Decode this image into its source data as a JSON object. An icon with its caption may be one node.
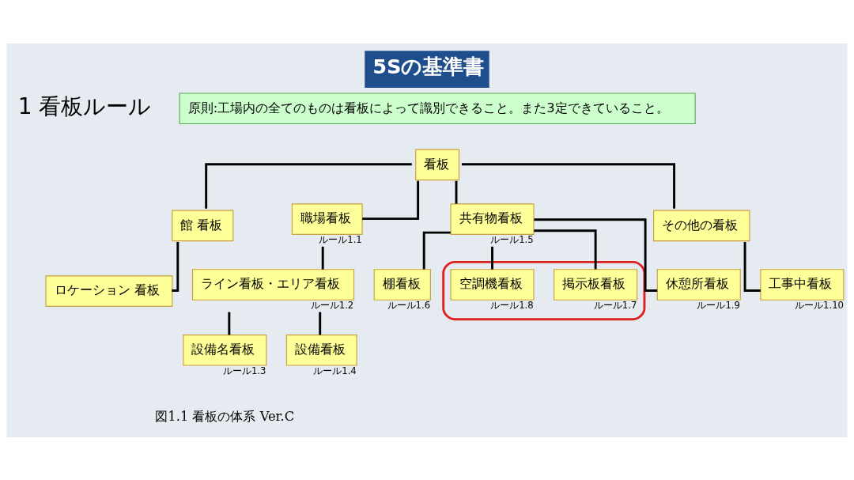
{
  "diagram": {
    "title": "5Sの基準書",
    "caption": "図1.1 看板の体系 Ver.C",
    "nodes": [
      {
        "text": [
          "原則:工場内の全てのものは看板によって識別できること。また3定できていること。"
        ]
      },
      {
        "text": [
          "看板"
        ]
      },
      {
        "text": [
          "館 看板"
        ]
      },
      {
        "text": [
          "職場看板"
        ],
        "beside": [
          "ルール1.1"
        ]
      },
      {
        "text": [
          "共有物看板"
        ],
        "beside": [
          "ルール1.5"
        ]
      },
      {
        "text": [
          "その他の看板"
        ]
      },
      {
        "text": [
          "ロケーション 看板"
        ]
      },
      {
        "text": [
          "ライン看板・エリア看板"
        ],
        "beside": [
          "ルール1.2"
        ]
      },
      {
        "text": [
          "設備名看板"
        ],
        "beside": [
          "ルール1.3"
        ]
      },
      {
        "text": [
          "設備看板"
        ],
        "beside": [
          "ルール1.4"
        ]
      },
      {
        "text": [
          "棚看板"
        ],
        "beside": [
          "ルール1.6"
        ]
      },
      {
        "text": [],
        "shape": "box"
      },
      {
        "text": [
          "掲示板看板"
        ],
        "in": 11,
        "beside": [
          "ルール1.7"
        ]
      },
      {
        "text": [
          "空調機看板"
        ],
        "in": 11,
        "beside": [
          "ルール1.8"
        ]
      },
      {
        "text": [
          "休憩所看板"
        ],
        "beside": [
          "ルール1.9"
        ]
      },
      {
        "text": [
          "工事中看板"
        ],
        "beside": [
          "ルール1.10"
        ]
      }
    ],
    "edges": [
      {
        "from": 1,
        "to": 2,
        "arrow": "none"
      },
      {
        "from": 1,
        "to": 3,
        "arrow": "none"
      },
      {
        "from": 1,
        "to": 4,
        "arrow": "none"
      },
      {
        "from": 1,
        "to": 5,
        "arrow": "none"
      },
      {
        "from": 2,
        "to": 6,
        "arrow": "none"
      },
      {
        "from": 3,
        "to": 7,
        "arrow": "none"
      },
      {
        "from": 7,
        "to": 8,
        "arrow": "none"
      },
      {
        "from": 7,
        "to": 9,
        "arrow": "none"
      },
      {
        "from": 4,
        "to": 10,
        "arrow": "none"
      },
      {
        "from": 4,
        "to": 12,
        "arrow": "none"
      },
      {
        "from": 4,
        "to": 13,
        "arrow": "none"
      },
      {
        "from": 4,
        "to": 14,
        "arrow": "none"
      },
      {
        "from": 5,
        "to": 15,
        "arrow": "none"
      }
    ],
    "labels": [
      "1 看板ルール"
    ]
  }
}
